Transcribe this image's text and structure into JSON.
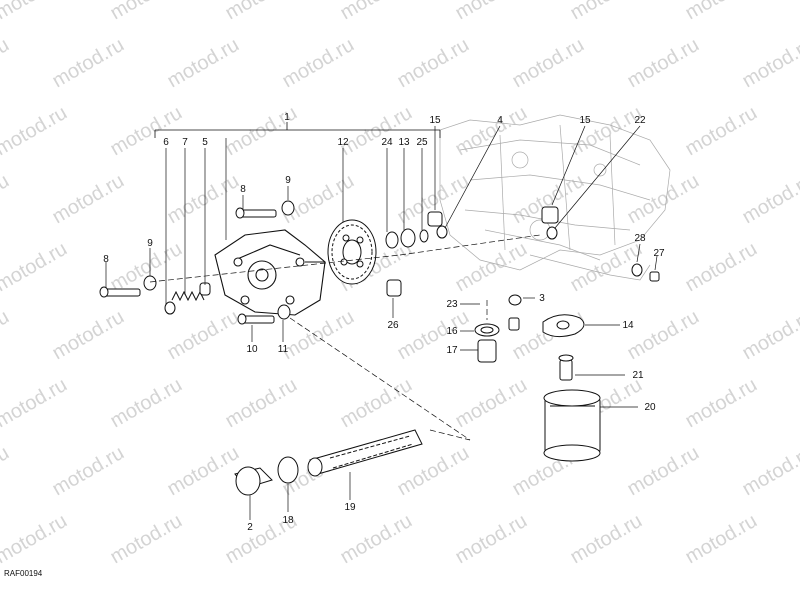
{
  "diagram": {
    "drawing_code": "RAF00194",
    "watermark_text": "motod.ru",
    "callouts": {
      "c1": "1",
      "c2": "2",
      "c3": "3",
      "c4": "4",
      "c5": "5",
      "c6": "6",
      "c7": "7",
      "c8a": "8",
      "c8b": "8",
      "c9a": "9",
      "c9b": "9",
      "c10": "10",
      "c11": "11",
      "c12": "12",
      "c13": "13",
      "c14": "14",
      "c15a": "15",
      "c15b": "15",
      "c16": "16",
      "c17": "17",
      "c18": "18",
      "c19": "19",
      "c20": "20",
      "c21": "21",
      "c22": "22",
      "c23": "23",
      "c24": "24",
      "c25": "25",
      "c26": "26",
      "c27": "27",
      "c28": "28"
    },
    "colors": {
      "line": "#111111",
      "watermark": "#d4d4d4",
      "background": "#ffffff"
    }
  }
}
